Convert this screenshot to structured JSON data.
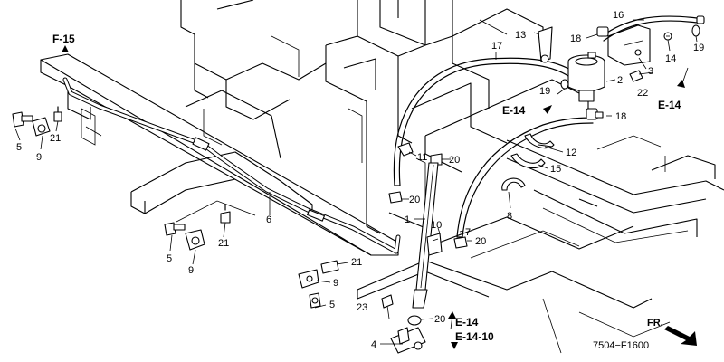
{
  "diagram": {
    "code": "7504−F1600",
    "direction_label": "FR.",
    "refs": {
      "f15": "F-15",
      "e14_top_left": "E-14",
      "e14_top_right": "E-14",
      "e14_bottom": "E-14",
      "e14_10": "E-14-10"
    },
    "parts": {
      "p1": "1",
      "p2": "2",
      "p3": "3",
      "p4": "4",
      "p5a": "5",
      "p5b": "5",
      "p5c": "5",
      "p6": "6",
      "p7": "7",
      "p8": "8",
      "p9a": "9",
      "p9b": "9",
      "p9c": "9",
      "p10": "10",
      "p11": "11",
      "p12": "12",
      "p13": "13",
      "p14": "14",
      "p15": "15",
      "p16": "16",
      "p17": "17",
      "p18a": "18",
      "p18b": "18",
      "p19a": "19",
      "p19b": "19",
      "p20a": "20",
      "p20b": "20",
      "p20c": "20",
      "p20d": "20",
      "p21a": "21",
      "p21b": "21",
      "p21c": "21",
      "p22": "22",
      "p23": "23"
    }
  }
}
